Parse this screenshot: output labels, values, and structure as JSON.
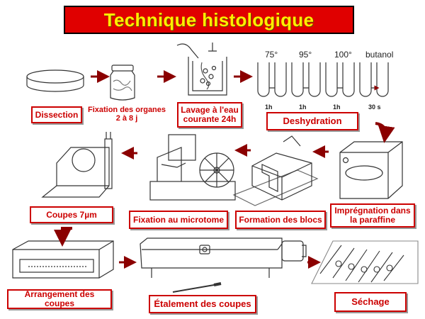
{
  "title": "Technique histologique",
  "steps": {
    "dissection": "Dissection",
    "fixation_line1": "Fixation des organes",
    "fixation_line2": "2 à 8 j",
    "lavage_line1": "Lavage à l'eau",
    "lavage_line2": "courante 24h",
    "deshydration": "Deshydration",
    "impregnation_line1": "Imprégnation dans",
    "impregnation_line2": "la paraffine",
    "formation": "Formation des blocs",
    "microtome": "Fixation au microtome",
    "coupes": "Coupes 7µm",
    "arrangement": "Arrangement des coupes",
    "etalement": "Étalement  des coupes",
    "sechage": "Séchage"
  },
  "dehydration_temps": [
    "75°",
    "95°",
    "100°",
    "butanol"
  ],
  "dehydration_times": [
    "1h",
    "1h",
    "1h",
    "30 s"
  ],
  "colors": {
    "title_bg": "#e00000",
    "title_text": "#ffee00",
    "label": "#cc0000",
    "arrow": "#8b0000"
  }
}
